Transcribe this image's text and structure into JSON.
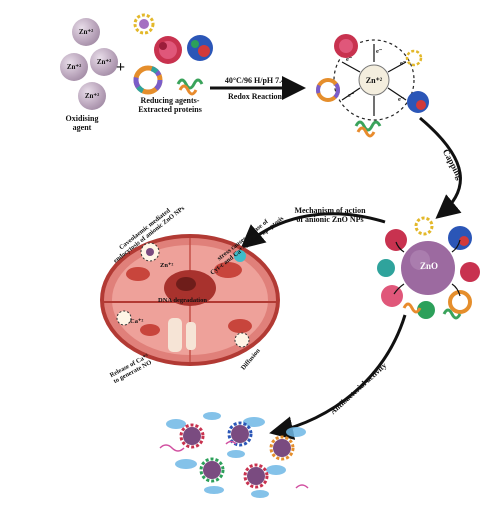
{
  "ions": {
    "zn_label": "Zn⁺²"
  },
  "plus": "+",
  "oxidising_agent": [
    "Oxidising",
    "agent"
  ],
  "reducing_agents": [
    "Reducing agents-",
    "Extracted proteins"
  ],
  "reaction_conditions": [
    "40°C/96 H/pH 7.4",
    "Redox Reaction"
  ],
  "electron_label": "e⁻",
  "capping_label": "Capping",
  "nanoparticle_label": "ZnO",
  "mechanism_label": [
    "Mechanism of action",
    "of anionic ZnO NPs"
  ],
  "antibacterial_label": "Antibacterial activity",
  "cell_labels": {
    "caveolaemic": [
      "Caveolaemic mediated",
      "endocytosis of anionic ZnO NPs"
    ],
    "stress_release": [
      "stress causes release of",
      "Cyt-c and Ca⁺² initiate apoptosis"
    ],
    "dna_degradation": "DNA degradation",
    "diffusion": "Diffusion",
    "release_ca": [
      "Release of Ca⁺²",
      "to generate NO"
    ],
    "ion_zn": "Zn⁺²",
    "ion_ca": "Ca⁺²"
  },
  "colors": {
    "zn_ion": "#b8a3ba",
    "zno_core": "#9c6aa0",
    "cell": "#d9534a",
    "arrow": "#111111"
  }
}
